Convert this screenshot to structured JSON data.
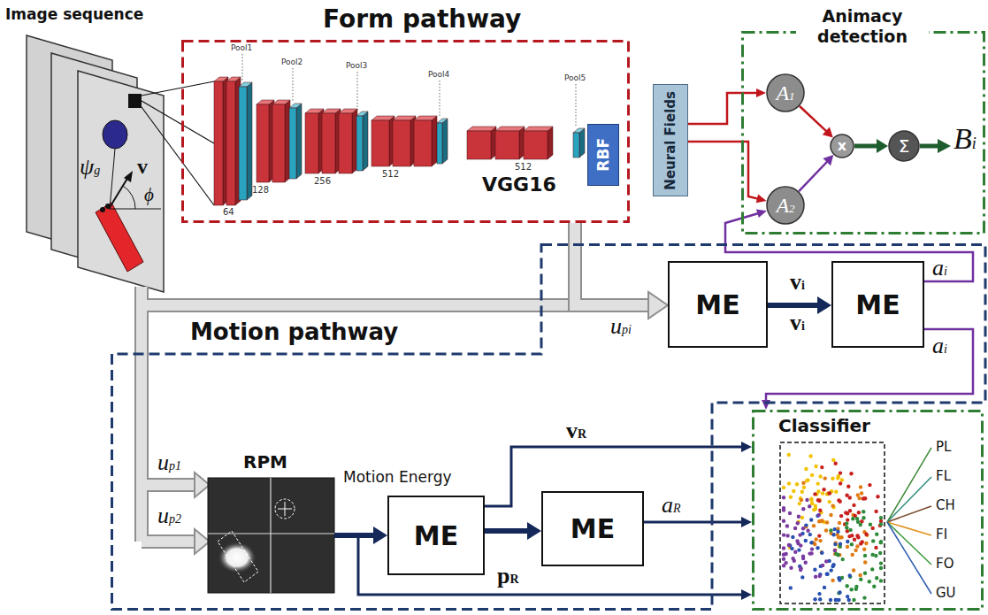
{
  "diagram": {
    "nodes": [
      {
        "text": [
          "Form pathway"
        ]
      },
      {
        "text": [
          "RBF"
        ],
        "in": 0
      },
      {
        "text": [
          "Neural Fields"
        ]
      },
      {
        "text": [
          "Animacy detection"
        ]
      },
      {
        "text": [
          "A1"
        ],
        "in": 3
      },
      {
        "text": [
          "A2"
        ],
        "in": 3
      },
      {
        "text": [
          "x"
        ],
        "in": 3
      },
      {
        "text": [
          "Σ"
        ],
        "in": 3
      },
      {
        "text": [
          "Motion pathway"
        ]
      },
      {
        "text": [
          "ME"
        ],
        "in": 8
      },
      {
        "text": [
          "ME"
        ],
        "in": 8
      },
      {
        "text": [
          "RPM"
        ],
        "in": 8
      },
      {
        "text": [
          "ME"
        ],
        "in": 8
      },
      {
        "text": [
          "ME"
        ],
        "in": 8
      },
      {
        "text": [
          "Classifier"
        ]
      }
    ],
    "edges": [
      {
        "from": 2,
        "to": 4,
        "arrow": "to"
      },
      {
        "from": 2,
        "to": 5,
        "arrow": "to"
      },
      {
        "from": 4,
        "to": 6,
        "arrow": "to"
      },
      {
        "from": 5,
        "to": 6,
        "arrow": "to"
      },
      {
        "from": 6,
        "to": 7,
        "arrow": "to"
      },
      {
        "from": 0,
        "to": 9,
        "arrow": "to",
        "label": "upi"
      },
      {
        "from": 9,
        "to": 10,
        "arrow": "to",
        "label": "vi"
      },
      {
        "from": 10,
        "to": 5,
        "arrow": "to",
        "label": "ai"
      },
      {
        "from": 10,
        "to": 14,
        "arrow": "to",
        "label": "ai"
      },
      {
        "from": 11,
        "to": 12,
        "arrow": "to"
      },
      {
        "from": 12,
        "to": 13,
        "arrow": "to"
      },
      {
        "from": 12,
        "to": 14,
        "arrow": "to",
        "label": "vR"
      },
      {
        "from": 13,
        "to": 14,
        "arrow": "to",
        "label": "aR"
      },
      {
        "from": 11,
        "to": 14,
        "arrow": "to",
        "label": "pR"
      }
    ],
    "labels": [
      "Image sequence",
      "ψg",
      "v",
      "ϕ",
      "Pool1",
      "Pool2",
      "Pool3",
      "Pool4",
      "Pool5",
      "64",
      "128",
      "256",
      "512",
      "512",
      "VGG16",
      "Bi",
      "vi",
      "up1",
      "up2",
      "Motion Energy",
      "PL",
      "FL",
      "CH",
      "FI",
      "FO",
      "GU"
    ]
  }
}
